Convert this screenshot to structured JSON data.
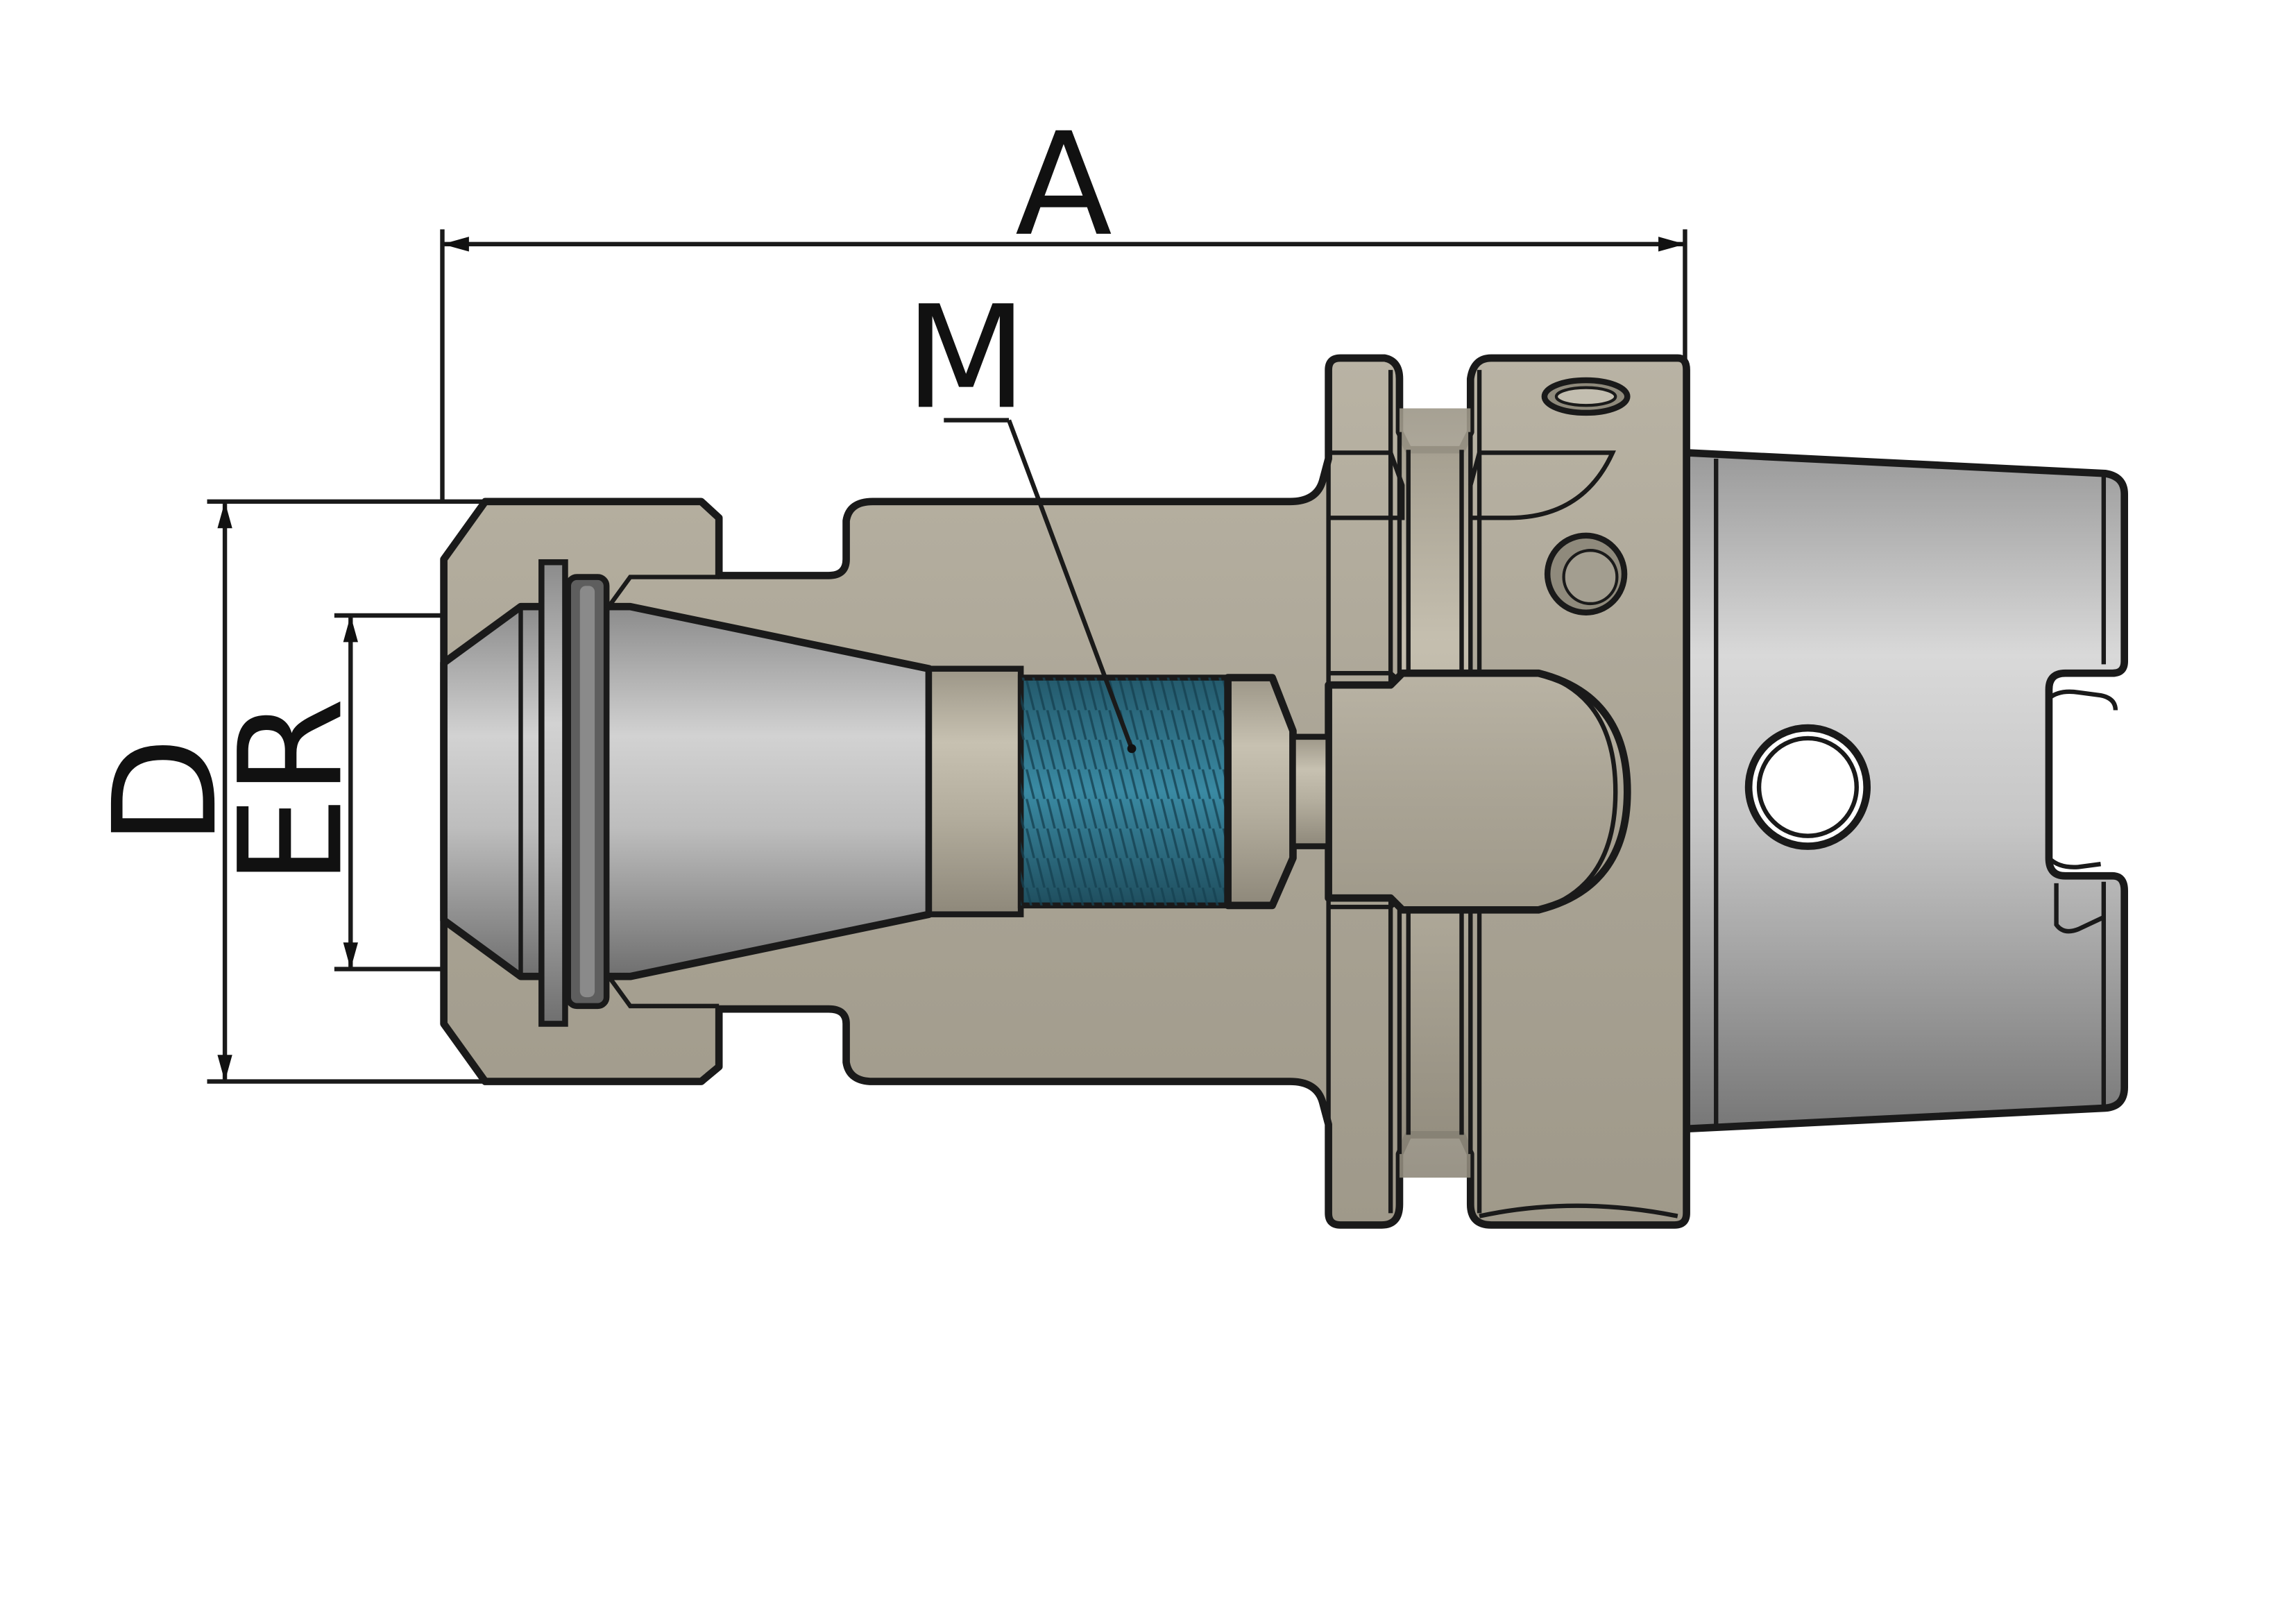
{
  "labels": {
    "overall_length": "A",
    "outer_diameter": "D",
    "collet_size": "ER",
    "thread": "M"
  },
  "colors": {
    "body": "#aba596",
    "collet_light": "#c9c9c9",
    "collet_dark": "#7a7a7a",
    "thread": "#2f6f86",
    "outline": "#1a1a1a"
  }
}
